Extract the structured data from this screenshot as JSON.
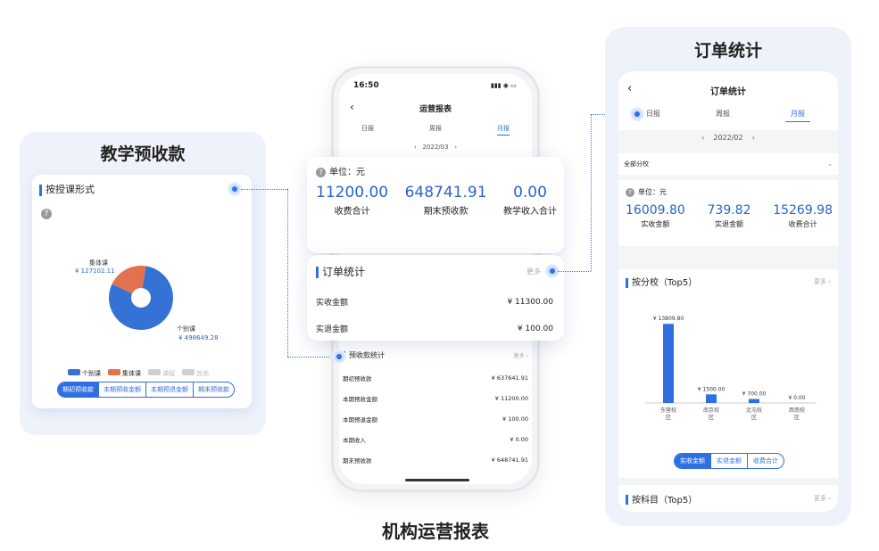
{
  "colors": {
    "accent": "#2f6fe0",
    "blue_text": "#2a64c9",
    "orange": "#e2714e",
    "gray": "#c8c8c8"
  },
  "left": {
    "title": "教学预收款",
    "card_title": "按授课形式",
    "help_icon": "question-circle-icon",
    "pie": {
      "slices": [
        {
          "name": "个别课",
          "value": 498649.28,
          "label": "¥ 498649.28",
          "color": "#3572d6"
        },
        {
          "name": "集体课",
          "value": 127102.11,
          "label": "¥ 127102.11",
          "color": "#e2714e"
        }
      ]
    },
    "legend": [
      {
        "name": "个别课",
        "color": "#3572d6"
      },
      {
        "name": "集体课",
        "color": "#e2714e"
      },
      {
        "name": "课程",
        "color": "#cfcfcf"
      },
      {
        "name": "其他",
        "color": "#cfcfcf"
      }
    ],
    "tabs": [
      "期初预收款",
      "本期预收金额",
      "本期预退金额",
      "期末预收款"
    ]
  },
  "phone": {
    "time": "16:50",
    "title": "运营报表",
    "tabs": [
      "日报",
      "周报",
      "月报"
    ],
    "period": "2022/03",
    "prev": "‹",
    "next": "›",
    "unit": "单位：元",
    "stats": [
      {
        "value": "11200.00",
        "label": "收费合计"
      },
      {
        "value": "648741.91",
        "label": "期末预收款"
      },
      {
        "value": "0.00",
        "label": "教学收入合计"
      }
    ],
    "orders": {
      "title": "订单统计",
      "more": "更多",
      "rows": [
        {
          "label": "实收金额",
          "value": "¥ 11300.00"
        },
        {
          "label": "实退金额",
          "value": "¥ 100.00"
        }
      ]
    },
    "prepay": {
      "title": "预收款统计",
      "more": "更多",
      "rows": [
        {
          "label": "期初预收款",
          "value": "¥ 637641.91"
        },
        {
          "label": "本期预收金额",
          "value": "¥ 11200.00"
        },
        {
          "label": "本期预退金额",
          "value": "¥ 100.00"
        },
        {
          "label": "本期收入",
          "value": "¥ 0.00"
        },
        {
          "label": "期末预收款",
          "value": "¥ 648741.91"
        }
      ]
    },
    "caption": "机构运营报表"
  },
  "right": {
    "title": "订单统计",
    "screen_title": "订单统计",
    "tabs": [
      "日报",
      "周报",
      "月报"
    ],
    "period": "2022/02",
    "prev": "‹",
    "next": "›",
    "filter": "全部分校",
    "unit": "单位：元",
    "stats": [
      {
        "value": "16009.80",
        "label": "实收金额"
      },
      {
        "value": "739.82",
        "label": "实退金额"
      },
      {
        "value": "15269.98",
        "label": "收费合计"
      }
    ],
    "by_school": {
      "title": "按分校（Top5）",
      "more": "更多"
    },
    "tabs2": [
      "实收金额",
      "实退金额",
      "收费合计"
    ],
    "by_subject": {
      "title": "按科目（Top5）",
      "more": "更多"
    }
  },
  "chart_data": {
    "type": "bar",
    "title": "按分校（Top5）",
    "categories": [
      "东营校区",
      "南京校区",
      "北屯校区",
      "西南校区"
    ],
    "values": [
      13809.8,
      1500.0,
      700.0,
      0.0
    ],
    "value_labels": [
      "¥ 13809.80",
      "¥ 1500.00",
      "¥ 700.00",
      "¥ 0.00"
    ],
    "ylim": [
      0,
      14000
    ],
    "color": "#2f6fe0"
  }
}
